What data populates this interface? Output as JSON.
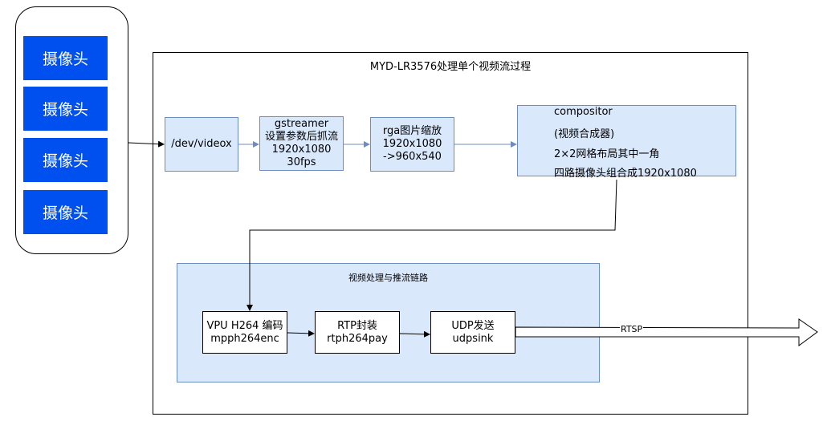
{
  "cameras": [
    "摄像头",
    "摄像头",
    "摄像头",
    "摄像头"
  ],
  "main_frame": {
    "title": "MYD-LR3576处理单个视频流过程"
  },
  "nodes": {
    "dev_videox": [
      "/dev/videox"
    ],
    "gstreamer": [
      "gstreamer",
      "设置参数后抓流",
      "1920x1080",
      "30fps"
    ],
    "rga": [
      "rga图片缩放",
      "1920x1080",
      "->960x540"
    ],
    "compositor": [
      "compositor",
      "(视频合成器)",
      "2×2网格布局其中一角",
      "四路摄像头组合成1920x1080"
    ]
  },
  "pipeline": {
    "title": "视频处理与推流链路",
    "vpu": [
      "VPU H264 编码",
      "mpph264enc"
    ],
    "rtp": [
      "RTP封装",
      "rtph264pay"
    ],
    "udp": [
      "UDP发送",
      "udpsink"
    ]
  },
  "output_label": "RTSP",
  "colors": {
    "camera_fill": "#0050ef",
    "node_fill": "#dae8fc",
    "node_border": "#6c8ebf",
    "edge_blue": "#6c8ebf",
    "edge_black": "#000000"
  }
}
